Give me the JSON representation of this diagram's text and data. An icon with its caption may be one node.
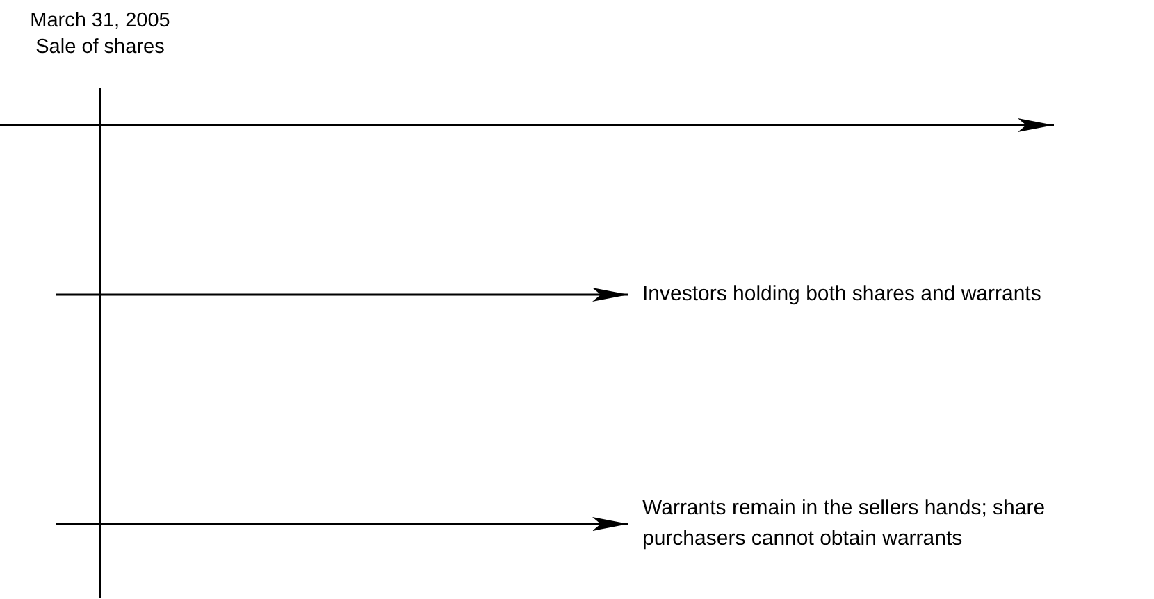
{
  "diagram": {
    "nodes": [
      {
        "text": [
          "Investors holding both shares and warrants"
        ]
      },
      {
        "text": [
          "Warrants remain in the sellers hands; share purchasers cannot obtain warrants"
        ]
      }
    ],
    "edges": [
      {
        "from": null,
        "to": 0,
        "arrow": "to"
      },
      {
        "from": null,
        "to": 1,
        "arrow": "to"
      }
    ],
    "labels": [
      "March 31, 2005 Sale of shares"
    ]
  }
}
